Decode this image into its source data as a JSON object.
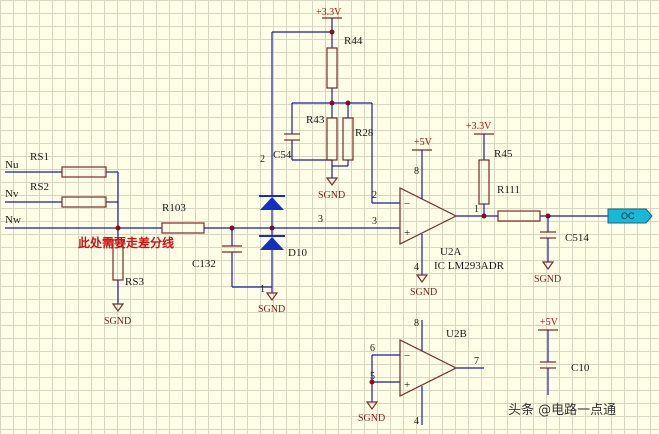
{
  "inputs": {
    "nu": "Nu",
    "nv": "Nv",
    "nw": "Nw"
  },
  "resistors": {
    "rs1": "RS1",
    "rs2": "RS2",
    "rs3": "RS3",
    "r103": "R103",
    "r44": "R44",
    "r43": "R43",
    "r28": "R28",
    "r45": "R45",
    "r111": "R111"
  },
  "capacitors": {
    "c54": "C54",
    "c132": "C132",
    "c514": "C514",
    "c10": "C10"
  },
  "diodes": {
    "d10": "D10"
  },
  "opamps": {
    "u2a": "U2A",
    "u2a_part": "IC LM293ADR",
    "u2b": "U2B"
  },
  "pins": {
    "p2a": "2",
    "p3a": "3",
    "p3b": "3",
    "p2b": "2",
    "p1": "1",
    "p4a": "4",
    "p8a": "8",
    "p6": "6",
    "p5": "5",
    "p7": "7",
    "p4b": "4",
    "p8b": "8",
    "p1d": "1"
  },
  "power": {
    "v33_top": "+3.3V",
    "v33_right": "+3.3V",
    "v5_a": "+5V",
    "v5_b": "+5V"
  },
  "ground": {
    "g1": "SGND",
    "g2": "SGND",
    "g3": "SGND",
    "g4": "SGND",
    "g5": "SGND",
    "g6": "SGND"
  },
  "port_oc": "OC",
  "annotation": "此处需要走差分线",
  "watermark": "头条 @电路一点通"
}
